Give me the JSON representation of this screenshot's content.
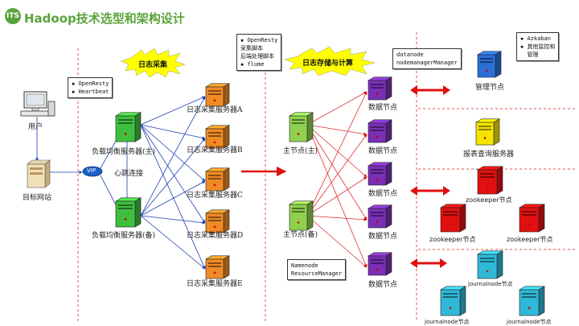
{
  "title": "Hadoop技术选型和架构设计",
  "logo_text": "ITS",
  "sections": {
    "log_collect": "日志采集",
    "log_store": "日志存储与计算"
  },
  "left": {
    "user": "用户",
    "target_site": "目标网站",
    "vip": "VIP",
    "heartbeat_link": "心跳连接",
    "lb_main": "负载均衡服务器(主)",
    "lb_backup": "负载均衡服务器(备)",
    "lb_note": [
      "OpenResty",
      "Heartbeat"
    ]
  },
  "collect": {
    "servers": [
      "日志采集服务器A",
      "日志采集服务器B",
      "日志采集服务器C",
      "日志采集服务器D",
      "日志采集服务器E"
    ],
    "note": [
      "OpenResty",
      "采集脚本",
      "后端处理脚本",
      "flume"
    ]
  },
  "store": {
    "master_main": "主节点(主)",
    "master_backup": "主节点(备)",
    "master_note": [
      "Namenode",
      "ResourceManager"
    ],
    "data_node": "数据节点",
    "data_note": [
      "datanode",
      "nodemanagerManager"
    ]
  },
  "right": {
    "mgmt": "管理节点",
    "mgmt_note": [
      "Azkaban",
      "其他监控和",
      "管理"
    ],
    "report": "报表查询服务器",
    "zookeeper": "zookeeper节点",
    "journalnode": "journalnode节点"
  },
  "colors": {
    "green": "#3fbf3f",
    "orange": "#f08a24",
    "lightgreen": "#8fd14f",
    "purple": "#7a2fb5",
    "blue": "#2a6fd6",
    "yellow": "#f5e400",
    "red": "#e01010",
    "teal": "#30b8d8",
    "burst": "#ffff00",
    "title": "#5aa33c"
  }
}
